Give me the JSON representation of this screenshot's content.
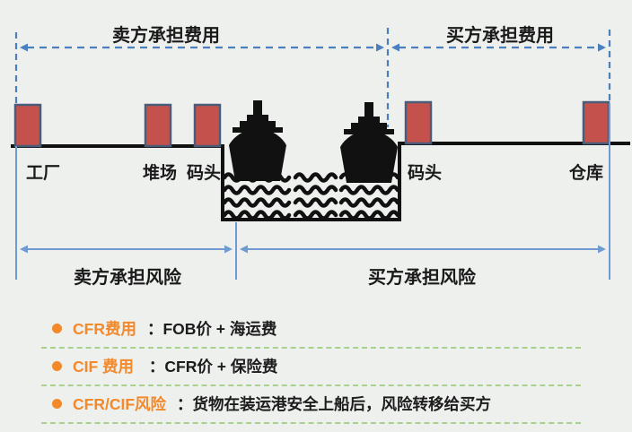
{
  "top": {
    "seller_costs": "卖方承担费用",
    "buyer_costs": "买方承担费用"
  },
  "bottom": {
    "seller_risk": "卖方承担风险",
    "buyer_risk": "买方承担风险"
  },
  "locations": {
    "factory": "工厂",
    "yard": "堆场",
    "dock_left": "码头",
    "dock_right": "码头",
    "warehouse": "仓库"
  },
  "notes": [
    {
      "term": "CFR费用",
      "desc": "：FOB价 + 海运费"
    },
    {
      "term": "CIF 费用 ",
      "desc": "：CFR价 + 保险费"
    },
    {
      "term": "CFR/CIF风险",
      "desc": "：货物在装运港安全上船后，风险转移给买方"
    }
  ],
  "colors": {
    "background": "#eef0ee",
    "dashed_arrow_blue": "#4b7fbd",
    "solid_arrow_blue": "#6f9bd1",
    "container_red": "#c5514c",
    "container_border": "#4a5d78",
    "accent_orange": "#f2892b",
    "green_dash": "#a9d18e",
    "ink_black": "#111111"
  }
}
